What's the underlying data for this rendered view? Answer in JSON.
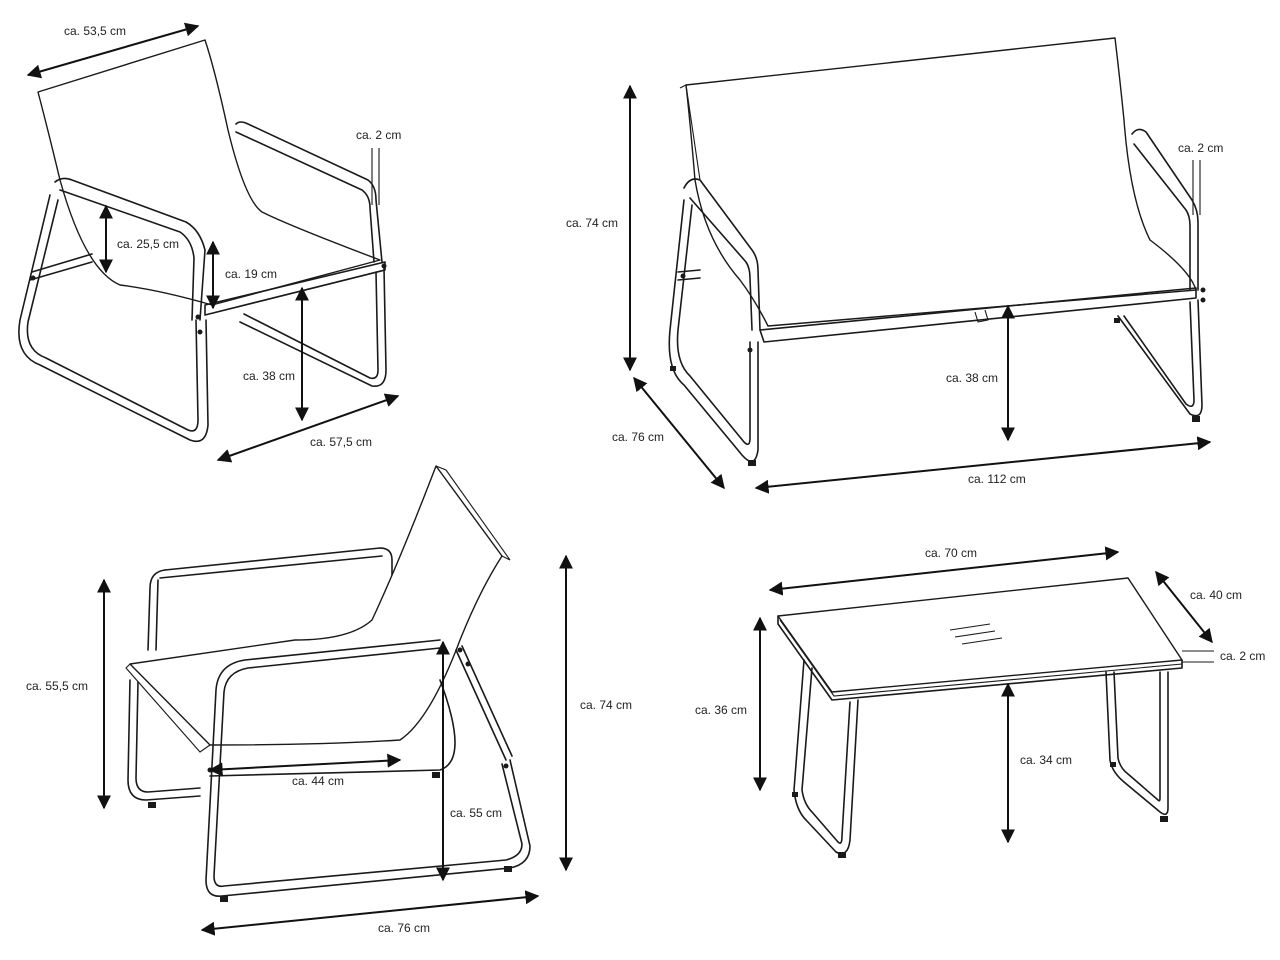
{
  "colors": {
    "line": "#1a1a1a",
    "background": "#ffffff"
  },
  "armchair_front": {
    "dims": {
      "width": "ca. 53,5 cm",
      "armrest_thickness": "ca. 2 cm",
      "arm_height": "ca. 25,5 cm",
      "seat_drop": "ca. 19 cm",
      "seat_height": "ca. 38 cm",
      "depth": "ca. 57,5 cm"
    }
  },
  "bench": {
    "dims": {
      "height": "ca. 74 cm",
      "armrest_thickness": "ca. 2 cm",
      "seat_height": "ca. 38 cm",
      "depth": "ca. 76 cm",
      "width": "ca. 112 cm"
    }
  },
  "armchair_side": {
    "dims": {
      "arm_height": "ca. 55,5 cm",
      "height": "ca. 74 cm",
      "seat_depth": "ca. 44 cm",
      "back_height": "ca. 55 cm",
      "depth": "ca. 76 cm"
    }
  },
  "table": {
    "dims": {
      "length": "ca. 70 cm",
      "width": "ca. 40 cm",
      "top_thickness": "ca. 2 cm",
      "height": "ca. 36 cm",
      "clearance": "ca. 34 cm"
    }
  }
}
